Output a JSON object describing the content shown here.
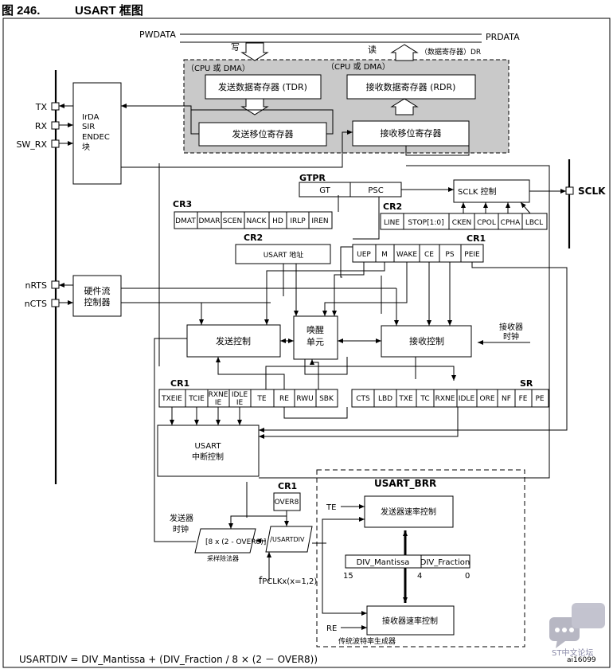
{
  "figure": {
    "number": "图 246.",
    "name": "USART 框图"
  },
  "bus": {
    "pwdata": "PWDATA",
    "prdata": "PRDATA",
    "write": "写",
    "read": "读",
    "dr": "（数据寄存器）DR",
    "cpu_dma_left": "（CPU 或 DMA）",
    "cpu_dma_right": "（CPU 或 DMA）"
  },
  "registers": {
    "tdr": "发送数据寄存器 (TDR)",
    "rdr": "接收数据寄存器 (RDR)",
    "tx_shift": "发送移位寄存器",
    "rx_shift": "接收移位寄存器"
  },
  "pins": {
    "tx": "TX",
    "rx": "RX",
    "sw_rx": "SW_RX",
    "nrts": "nRTS",
    "ncts": "nCTS",
    "sclk": "SCLK"
  },
  "irda": [
    "IrDA",
    "SIR",
    "ENDEC",
    "块"
  ],
  "flow_ctrl": [
    "硬件流",
    "控制器"
  ],
  "gtpr": {
    "label": "GTPR",
    "fields": [
      "GT",
      "PSC"
    ]
  },
  "sclk_ctrl": "SCLK 控制",
  "cr3": {
    "label": "CR3",
    "fields": [
      "DMAT",
      "DMAR",
      "SCEN",
      "NACK",
      "HD",
      "IRLP",
      "IREN"
    ]
  },
  "cr2_top": {
    "label": "CR2",
    "fields": [
      "LINE",
      "STOP[1:0]",
      "CKEN",
      "CPOL",
      "CPHA",
      "LBCL"
    ]
  },
  "cr2_addr": {
    "label": "CR2",
    "field": "USART 地址"
  },
  "cr1_top": {
    "label": "CR1",
    "fields": [
      "UEP",
      "M",
      "WAKE",
      "CE",
      "PS",
      "PEIE"
    ]
  },
  "blocks": {
    "tx_ctrl": "发送控制",
    "wakeup": [
      "唤醒",
      "单元"
    ],
    "rx_ctrl": "接收控制",
    "rx_clock": [
      "接收器",
      "时钟"
    ],
    "int_ctrl": [
      "USART",
      "中断控制"
    ],
    "tx_clock": [
      "发送器",
      "时钟"
    ]
  },
  "cr1_bottom": {
    "label": "CR1",
    "fields": [
      "TXEIE",
      "TCIE",
      "RXNE IE",
      "IDLE IE",
      "TE",
      "RE",
      "RWU",
      "SBK"
    ]
  },
  "sr": {
    "label": "SR",
    "fields": [
      "CTS",
      "LBD",
      "TXE",
      "TC",
      "RXNE",
      "IDLE",
      "ORE",
      "NF",
      "FE",
      "PE"
    ]
  },
  "brr": {
    "title": "USART_BRR",
    "te": "TE",
    "re": "RE",
    "tx_rate": "发送器速率控制",
    "rx_rate": "接收器速率控制",
    "mantissa": "DIV_Mantissa",
    "fraction": "DIV_Fraction",
    "bit15": "15",
    "bit4": "4",
    "bit0": "0",
    "footer": "传统波特率生成器"
  },
  "cr1_over8": {
    "label": "CR1",
    "field": "OVER8"
  },
  "divider": {
    "main": "[8 x (2 - OVER8)]",
    "sub": "采样除法器"
  },
  "usartdiv": "USARTDIV",
  "pclk": {
    "f": "f",
    "sub": "PCLKx(x=1,2)"
  },
  "formula": "USARTDIV = DIV_Mantissa + (DIV_Fraction / 8 × (2 － OVER8))",
  "code": "ai16099",
  "watermark": "ST中文论坛"
}
